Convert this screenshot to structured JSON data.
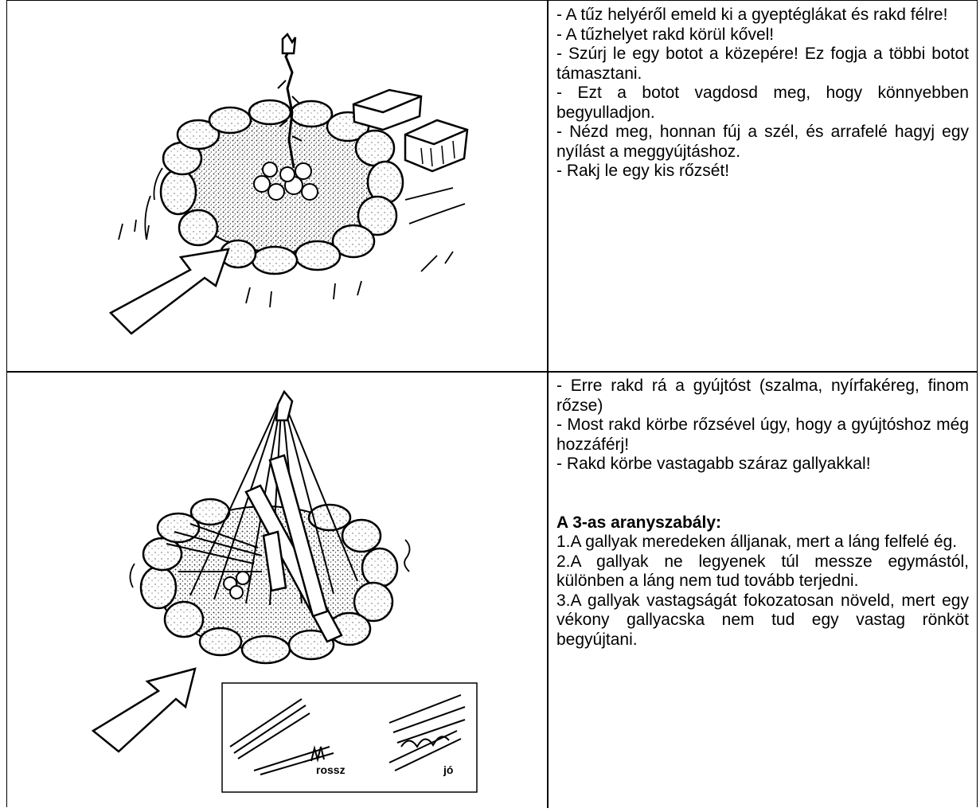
{
  "row1": {
    "instructions": [
      "- A tűz helyéről emeld ki a gyeptéglákat és rakd félre!",
      "- A tűzhelyet rakd körül kővel!",
      "- Szúrj le egy botot a közepére! Ez fogja a többi botot támasztani.",
      "- Ezt a botot vagdosd meg, hogy könnyebben begyulladjon.",
      "- Nézd meg, honnan fúj a szél, és arrafelé hagyj egy nyílást a meggyújtáshoz.",
      "- Rakj le egy kis rőzsét!"
    ]
  },
  "row2": {
    "instructions": [
      "- Erre rakd rá a gyújtóst (szalma, nyírfakéreg, finom rőzse)",
      "- Most rakd körbe rőzsével úgy, hogy a gyújtóshoz még hozzáférj!",
      "- Rakd körbe vastagabb száraz gallyakkal!"
    ],
    "rule_title": "A 3-as aranyszabály:",
    "rules": [
      "1.A gallyak meredeken álljanak, mert a láng felfelé ég.",
      "2.A gallyak ne legyenek túl messze egymástól, különben a láng nem tud tovább terjedni.",
      "3.A gallyak vastagságát fokozatosan növeld, mert egy vékony gallyacska nem tud egy vastag rönköt begyújtani."
    ],
    "inset_labels": {
      "bad": "rossz",
      "good": "jó"
    }
  }
}
